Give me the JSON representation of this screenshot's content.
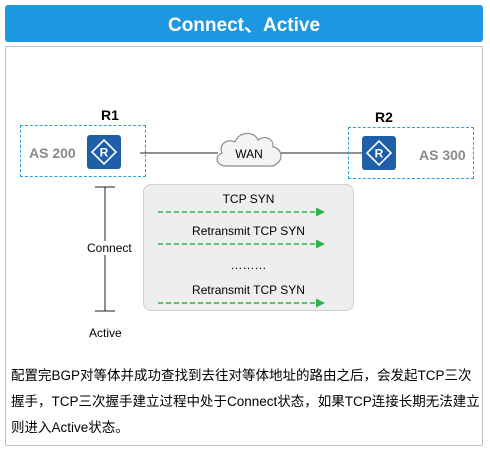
{
  "title": "Connect、Active",
  "routers": {
    "r1": {
      "label": "R1",
      "as": "AS 200"
    },
    "r2": {
      "label": "R2",
      "as": "AS 300"
    }
  },
  "wan": "WAN",
  "messages": [
    "TCP SYN",
    "Retransmit TCP SYN",
    "………",
    "Retransmit TCP SYN"
  ],
  "states": {
    "connect": "Connect",
    "active": "Active"
  },
  "description": "配置完BGP对等体并成功查找到去往对等体地址的路由之后，会发起TCP三次握手，TCP三次握手建立过程中处于Connect状态，如果TCP连接长期无法建立则进入Active状态。",
  "colors": {
    "header": "#1d97e0",
    "router": "#1f5fa8",
    "dashed_border": "#2a9fd6",
    "arrow": "#2db34a"
  },
  "icons": {
    "router": "router-icon",
    "cloud": "cloud-icon"
  }
}
